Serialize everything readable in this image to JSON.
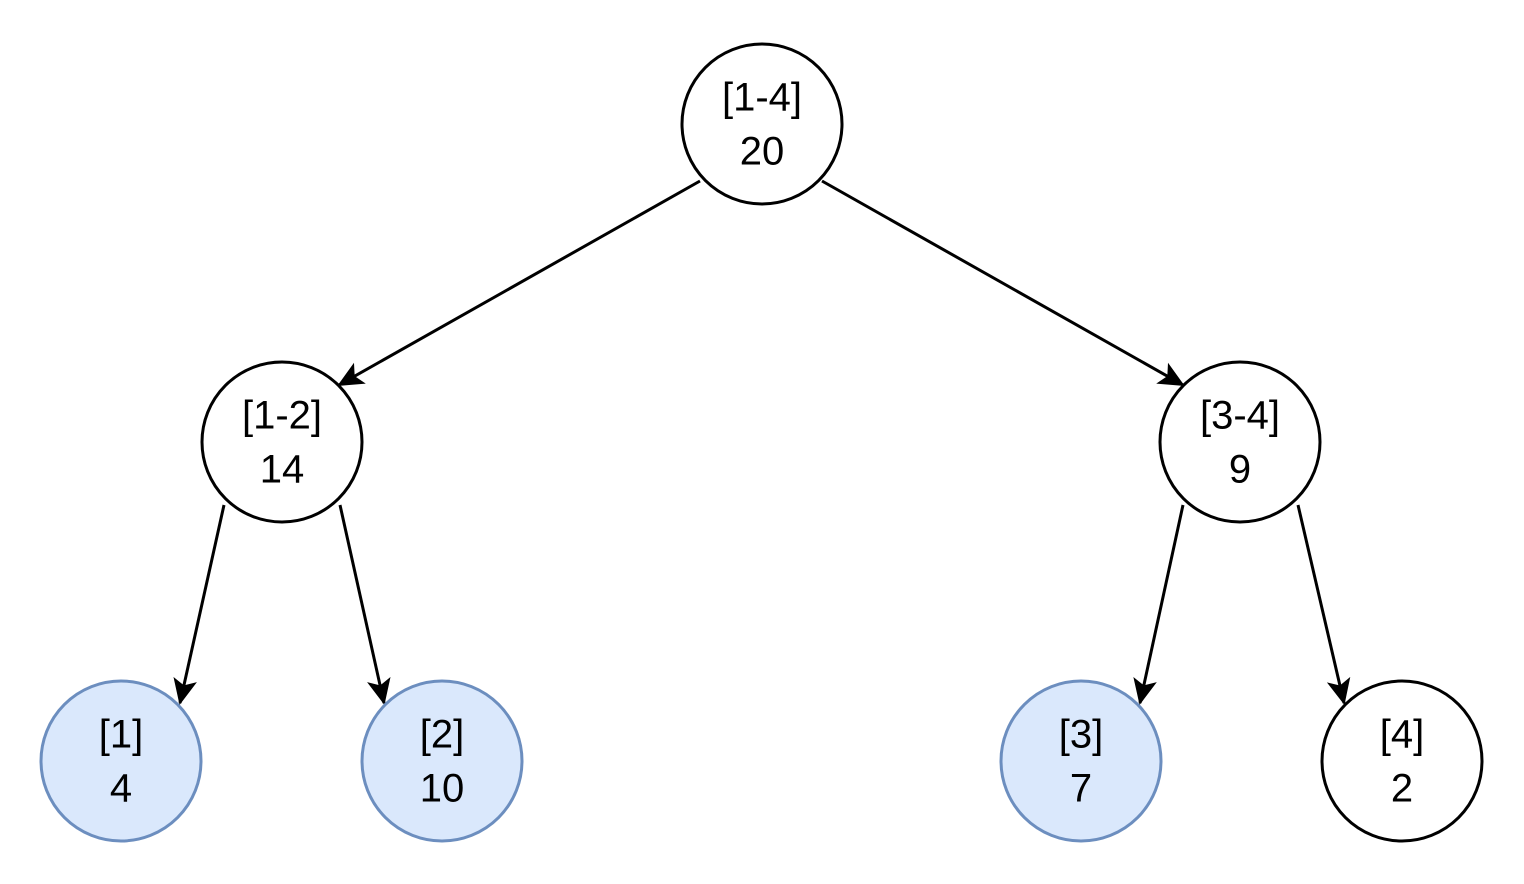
{
  "colors": {
    "default_fill": "#ffffff",
    "default_stroke": "#000000",
    "highlight_fill": "#dae8fc",
    "highlight_stroke": "#6c8ebf",
    "text": "#000000"
  },
  "nodes": [
    {
      "id": "n14",
      "range": "[1-4]",
      "sum": "20",
      "highlighted": false
    },
    {
      "id": "n12",
      "range": "[1-2]",
      "sum": "14",
      "highlighted": false
    },
    {
      "id": "n34",
      "range": "[3-4]",
      "sum": "9",
      "highlighted": false
    },
    {
      "id": "n1",
      "range": "[1]",
      "sum": "4",
      "highlighted": true
    },
    {
      "id": "n2",
      "range": "[2]",
      "sum": "10",
      "highlighted": true
    },
    {
      "id": "n3",
      "range": "[3]",
      "sum": "7",
      "highlighted": true
    },
    {
      "id": "n4",
      "range": "[4]",
      "sum": "2",
      "highlighted": false
    }
  ],
  "edges": [
    {
      "from": "n14",
      "to": "n12"
    },
    {
      "from": "n14",
      "to": "n34"
    },
    {
      "from": "n12",
      "to": "n1"
    },
    {
      "from": "n12",
      "to": "n2"
    },
    {
      "from": "n34",
      "to": "n3"
    },
    {
      "from": "n34",
      "to": "n4"
    }
  ]
}
